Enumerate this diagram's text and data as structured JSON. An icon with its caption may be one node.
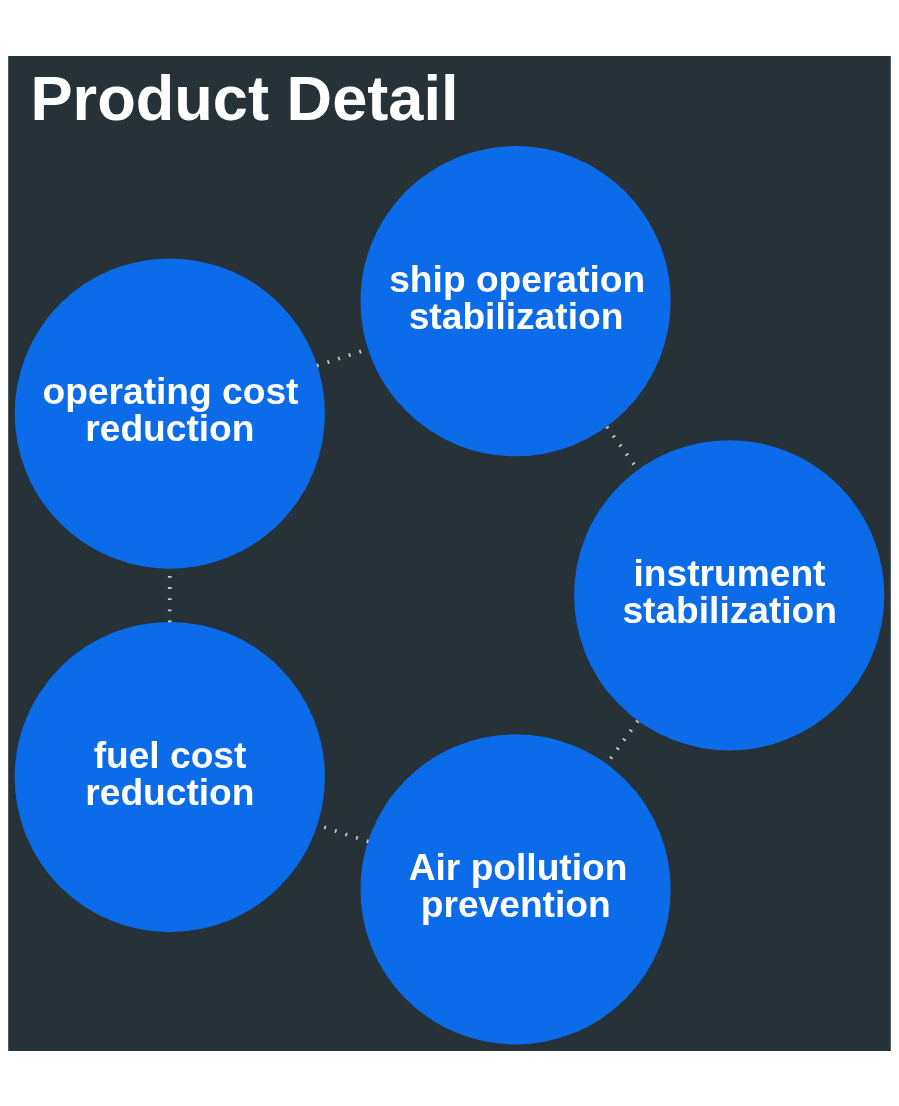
{
  "diagram": {
    "title": "Product Detail",
    "nodes": [
      {
        "text": [
          "Air pollution prevention"
        ]
      },
      {
        "text": [
          "instrument stabilization"
        ]
      },
      {
        "text": [
          "fuel cost reduction"
        ]
      },
      {
        "text": [
          "ship operation stabilization"
        ]
      },
      {
        "text": [
          "operating cost reduction"
        ]
      }
    ],
    "edges": [
      {
        "from": 0,
        "to": 2,
        "arrow": "none"
      },
      {
        "from": 2,
        "to": 4,
        "arrow": "none"
      },
      {
        "from": 4,
        "to": 3,
        "arrow": "none"
      },
      {
        "from": 3,
        "to": 1,
        "arrow": "none"
      },
      {
        "from": 1,
        "to": 0,
        "arrow": "none"
      }
    ]
  }
}
